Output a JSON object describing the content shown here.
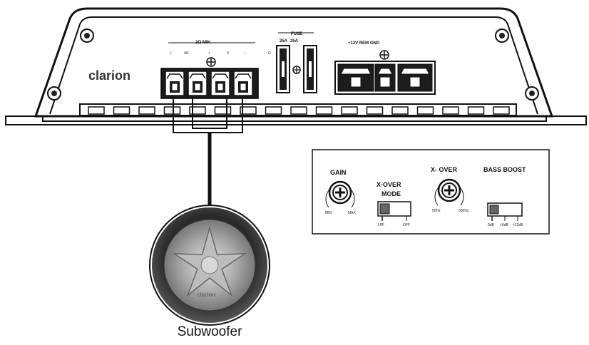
{
  "amplifier": {
    "brand": "clarion",
    "speaker_terminals": {
      "label": "2Ω MIN",
      "markings": [
        "+",
        "4Ω",
        "+",
        "4",
        "−"
      ]
    },
    "fuse": {
      "label": "FUSE",
      "ratings": [
        "25A",
        "25A"
      ],
      "side_mark": "Ω"
    },
    "power_terminals": {
      "label": "+12V REM GND"
    }
  },
  "control_panel": {
    "gain": {
      "label": "GAIN",
      "min_label": "MIN",
      "max_label": "MAX"
    },
    "xover_mode": {
      "label_line1": "X-OVER",
      "label_line2": "MODE",
      "left_label": "LPF",
      "right_label": "OFF"
    },
    "xover": {
      "label": "X- OVER",
      "min_label": "50Hz",
      "max_label": "300Hz"
    },
    "bass_boost": {
      "label": "BASS BOOST",
      "options": [
        "0dB",
        "+6dB",
        "+12dB"
      ]
    }
  },
  "subwoofer": {
    "cone_logo": "clarion",
    "caption": "Subwoofer"
  }
}
